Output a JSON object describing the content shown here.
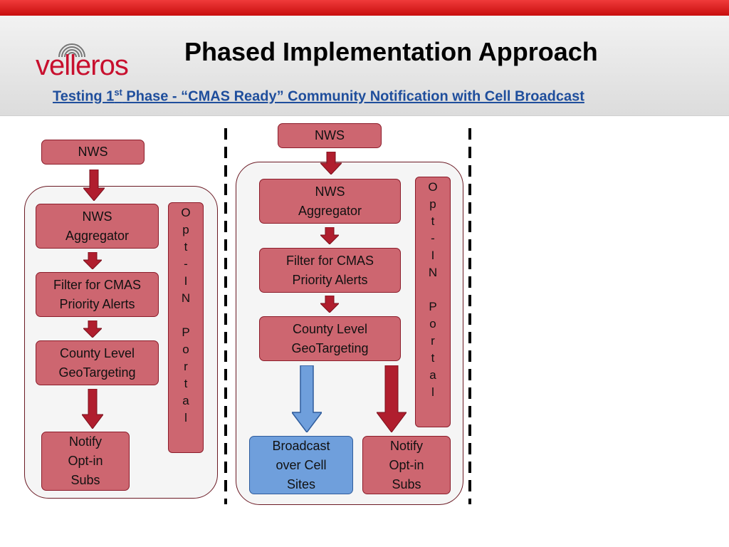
{
  "header": {
    "logo_text": "velleros",
    "title": "Phased Implementation Approach",
    "subtitle_prefix": "Testing 1",
    "subtitle_sup": "st",
    "subtitle_suffix": " Phase - “CMAS Ready” Community Notification with Cell Broadcast"
  },
  "left_flow": {
    "source": "NWS",
    "aggregator": "NWS\nAggregator",
    "filter": "Filter for CMAS\nPriority Alerts",
    "geotarget": "County Level\nGeoTargeting",
    "notify": "Notify\nOpt-in\nSubs",
    "portal_letters": [
      "O",
      "p",
      "t",
      "-",
      "I",
      "N",
      "",
      "P",
      "o",
      "r",
      "t",
      "a",
      "l"
    ]
  },
  "right_flow": {
    "source": "NWS",
    "aggregator": "NWS\nAggregator",
    "filter": "Filter for CMAS\nPriority Alerts",
    "geotarget": "County Level\nGeoTargeting",
    "broadcast": "Broadcast\nover Cell\nSites",
    "notify": "Notify\nOpt-in\nSubs",
    "portal_letters": [
      "O",
      "p",
      "t",
      "-",
      "I",
      "N",
      "",
      "P",
      "o",
      "r",
      "t",
      "a",
      "l"
    ]
  },
  "colors": {
    "box_fill": "#cd6670",
    "arrow_red": "#b01e2e",
    "broadcast_fill": "#6f9fdc",
    "title_blue": "#1f4e9c",
    "brand_red": "#c8102e"
  }
}
